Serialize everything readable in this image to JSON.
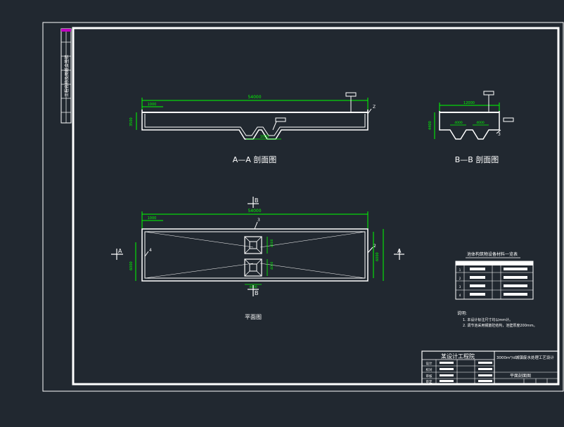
{
  "colors": {
    "background": "#212830",
    "frame": "#ffffff",
    "dimension": "#00ff00",
    "outline": "#ffffff",
    "label": "#ffffff"
  },
  "views": {
    "section_aa": {
      "caption": "A—A 剖面图",
      "overall_dim": "54000",
      "left_dim": "1000",
      "height_dim": "3500",
      "sump_dim": "1000",
      "callout_z": "Z"
    },
    "section_bb": {
      "caption": "B—B 剖面图",
      "overall_dim": "12000",
      "height_dim": "4400",
      "sub_dims": [
        "4000",
        "4000"
      ],
      "callout": "3"
    },
    "plan": {
      "caption": "平面图",
      "overall_dim": "54000",
      "left_dim": "1000",
      "callout_top": "3",
      "callout_left": "4",
      "callout_right": "2",
      "section_a_mark": "A",
      "section_b_mark": "B",
      "height_dims": [
        "6000",
        "6000"
      ],
      "sump_dims": [
        "4000",
        "4000"
      ],
      "bottom_dim": "4000"
    }
  },
  "material_table": {
    "title": "池体构筑物设备材料一览表",
    "rows": [
      "1",
      "2",
      "3",
      "4"
    ]
  },
  "notes": {
    "heading": "说明:",
    "lines": [
      "1. 本设计标注尺寸均以mm计。",
      "2. 调节池采用钢筋砼结构，池壁厚度200mm。"
    ]
  },
  "title_block": {
    "company": "某设计工程院",
    "project": "3000m³/d城镇废水处理工艺设计",
    "sheet": "平面剖面图",
    "row_labels": [
      "设计",
      "校对",
      "审核",
      "审定"
    ]
  },
  "side_strip_text": "工程名称及图纸会签栏"
}
